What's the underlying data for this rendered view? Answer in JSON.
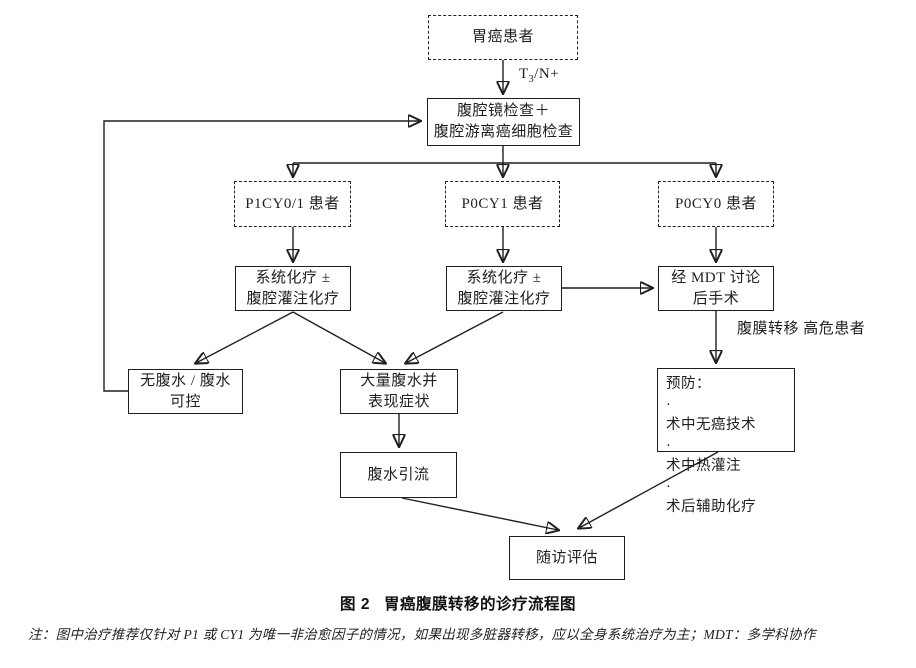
{
  "colors": {
    "ink": "#1f1f1f",
    "background": "#ffffff"
  },
  "nodes": {
    "patient": {
      "line1": "胃癌患者"
    },
    "laparoscopy": {
      "line1": "腹腔镜检查＋",
      "line2": "腹腔游离癌细胞检查"
    },
    "p1cy01": {
      "line1": "P1CY0/1 患者"
    },
    "p0cy1": {
      "line1": "P0CY1 患者"
    },
    "p0cy0": {
      "line1": "P0CY0 患者"
    },
    "chemo_left": {
      "line1": "系统化疗 ±",
      "line2": "腹腔灌注化疗"
    },
    "chemo_mid": {
      "line1": "系统化疗 ±",
      "line2": "腹腔灌注化疗"
    },
    "mdt": {
      "line1": "经 MDT 讨论",
      "line2": "后手术"
    },
    "no_ascites": {
      "line1": "无腹水 / 腹水",
      "line2": "可控"
    },
    "massive_ascites": {
      "line1": "大量腹水并",
      "line2": "表现症状"
    },
    "drainage": {
      "line1": "腹水引流"
    },
    "prevention": {
      "title": "预防：",
      "bullet": "·",
      "items": [
        "术中无癌技术",
        "术中热灌注",
        "术后辅助化疗"
      ]
    },
    "followup": {
      "line1": "随访评估"
    }
  },
  "edge_labels": {
    "staging": {
      "main": "T",
      "sub": "3",
      "rest": "/N+"
    },
    "high_risk": {
      "line1": "腹膜转移",
      "line2": "高危患者"
    }
  },
  "caption": {
    "figure_label": "图 2",
    "title": "胃癌腹膜转移的诊疗流程图"
  },
  "note": {
    "text": "注：图中治疗推荐仅针对 P1 或 CY1 为唯一非治愈因子的情况，如果出现多脏器转移，应以全身系统治疗为主；MDT：多学科协作"
  }
}
